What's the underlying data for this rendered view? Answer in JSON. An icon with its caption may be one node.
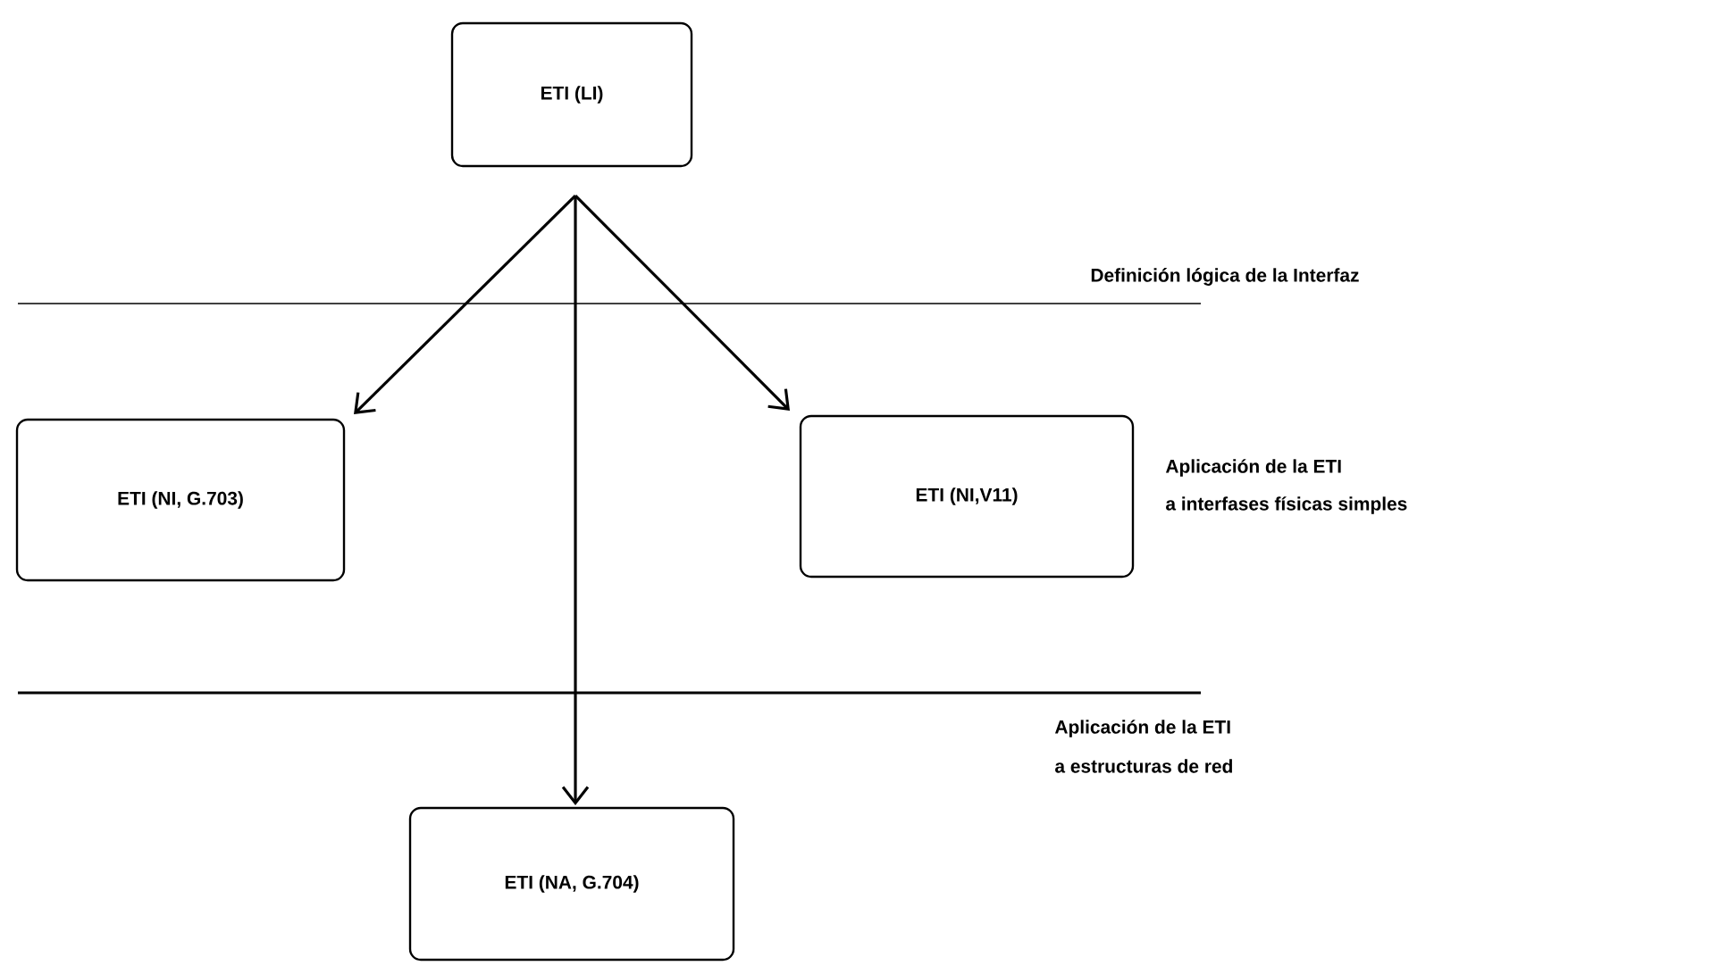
{
  "diagram": {
    "nodes": [
      {
        "text": [
          "ETI (LI)"
        ]
      },
      {
        "text": [
          "ETI (NI, G.703)"
        ]
      },
      {
        "text": [
          "ETI (NI,V11)"
        ]
      },
      {
        "text": [
          "ETI (NA, G.704)"
        ]
      }
    ],
    "edges": [
      {
        "from": 0,
        "to": 1,
        "arrow": "to"
      },
      {
        "from": 0,
        "to": 3,
        "arrow": "to"
      },
      {
        "from": 0,
        "to": 2,
        "arrow": "to"
      }
    ],
    "labels": [
      "Definición lógica de la Interfaz",
      "Aplicación de la ETI",
      "a interfases físicas simples",
      "Aplicación de la ETI",
      "a estructuras de red"
    ]
  }
}
